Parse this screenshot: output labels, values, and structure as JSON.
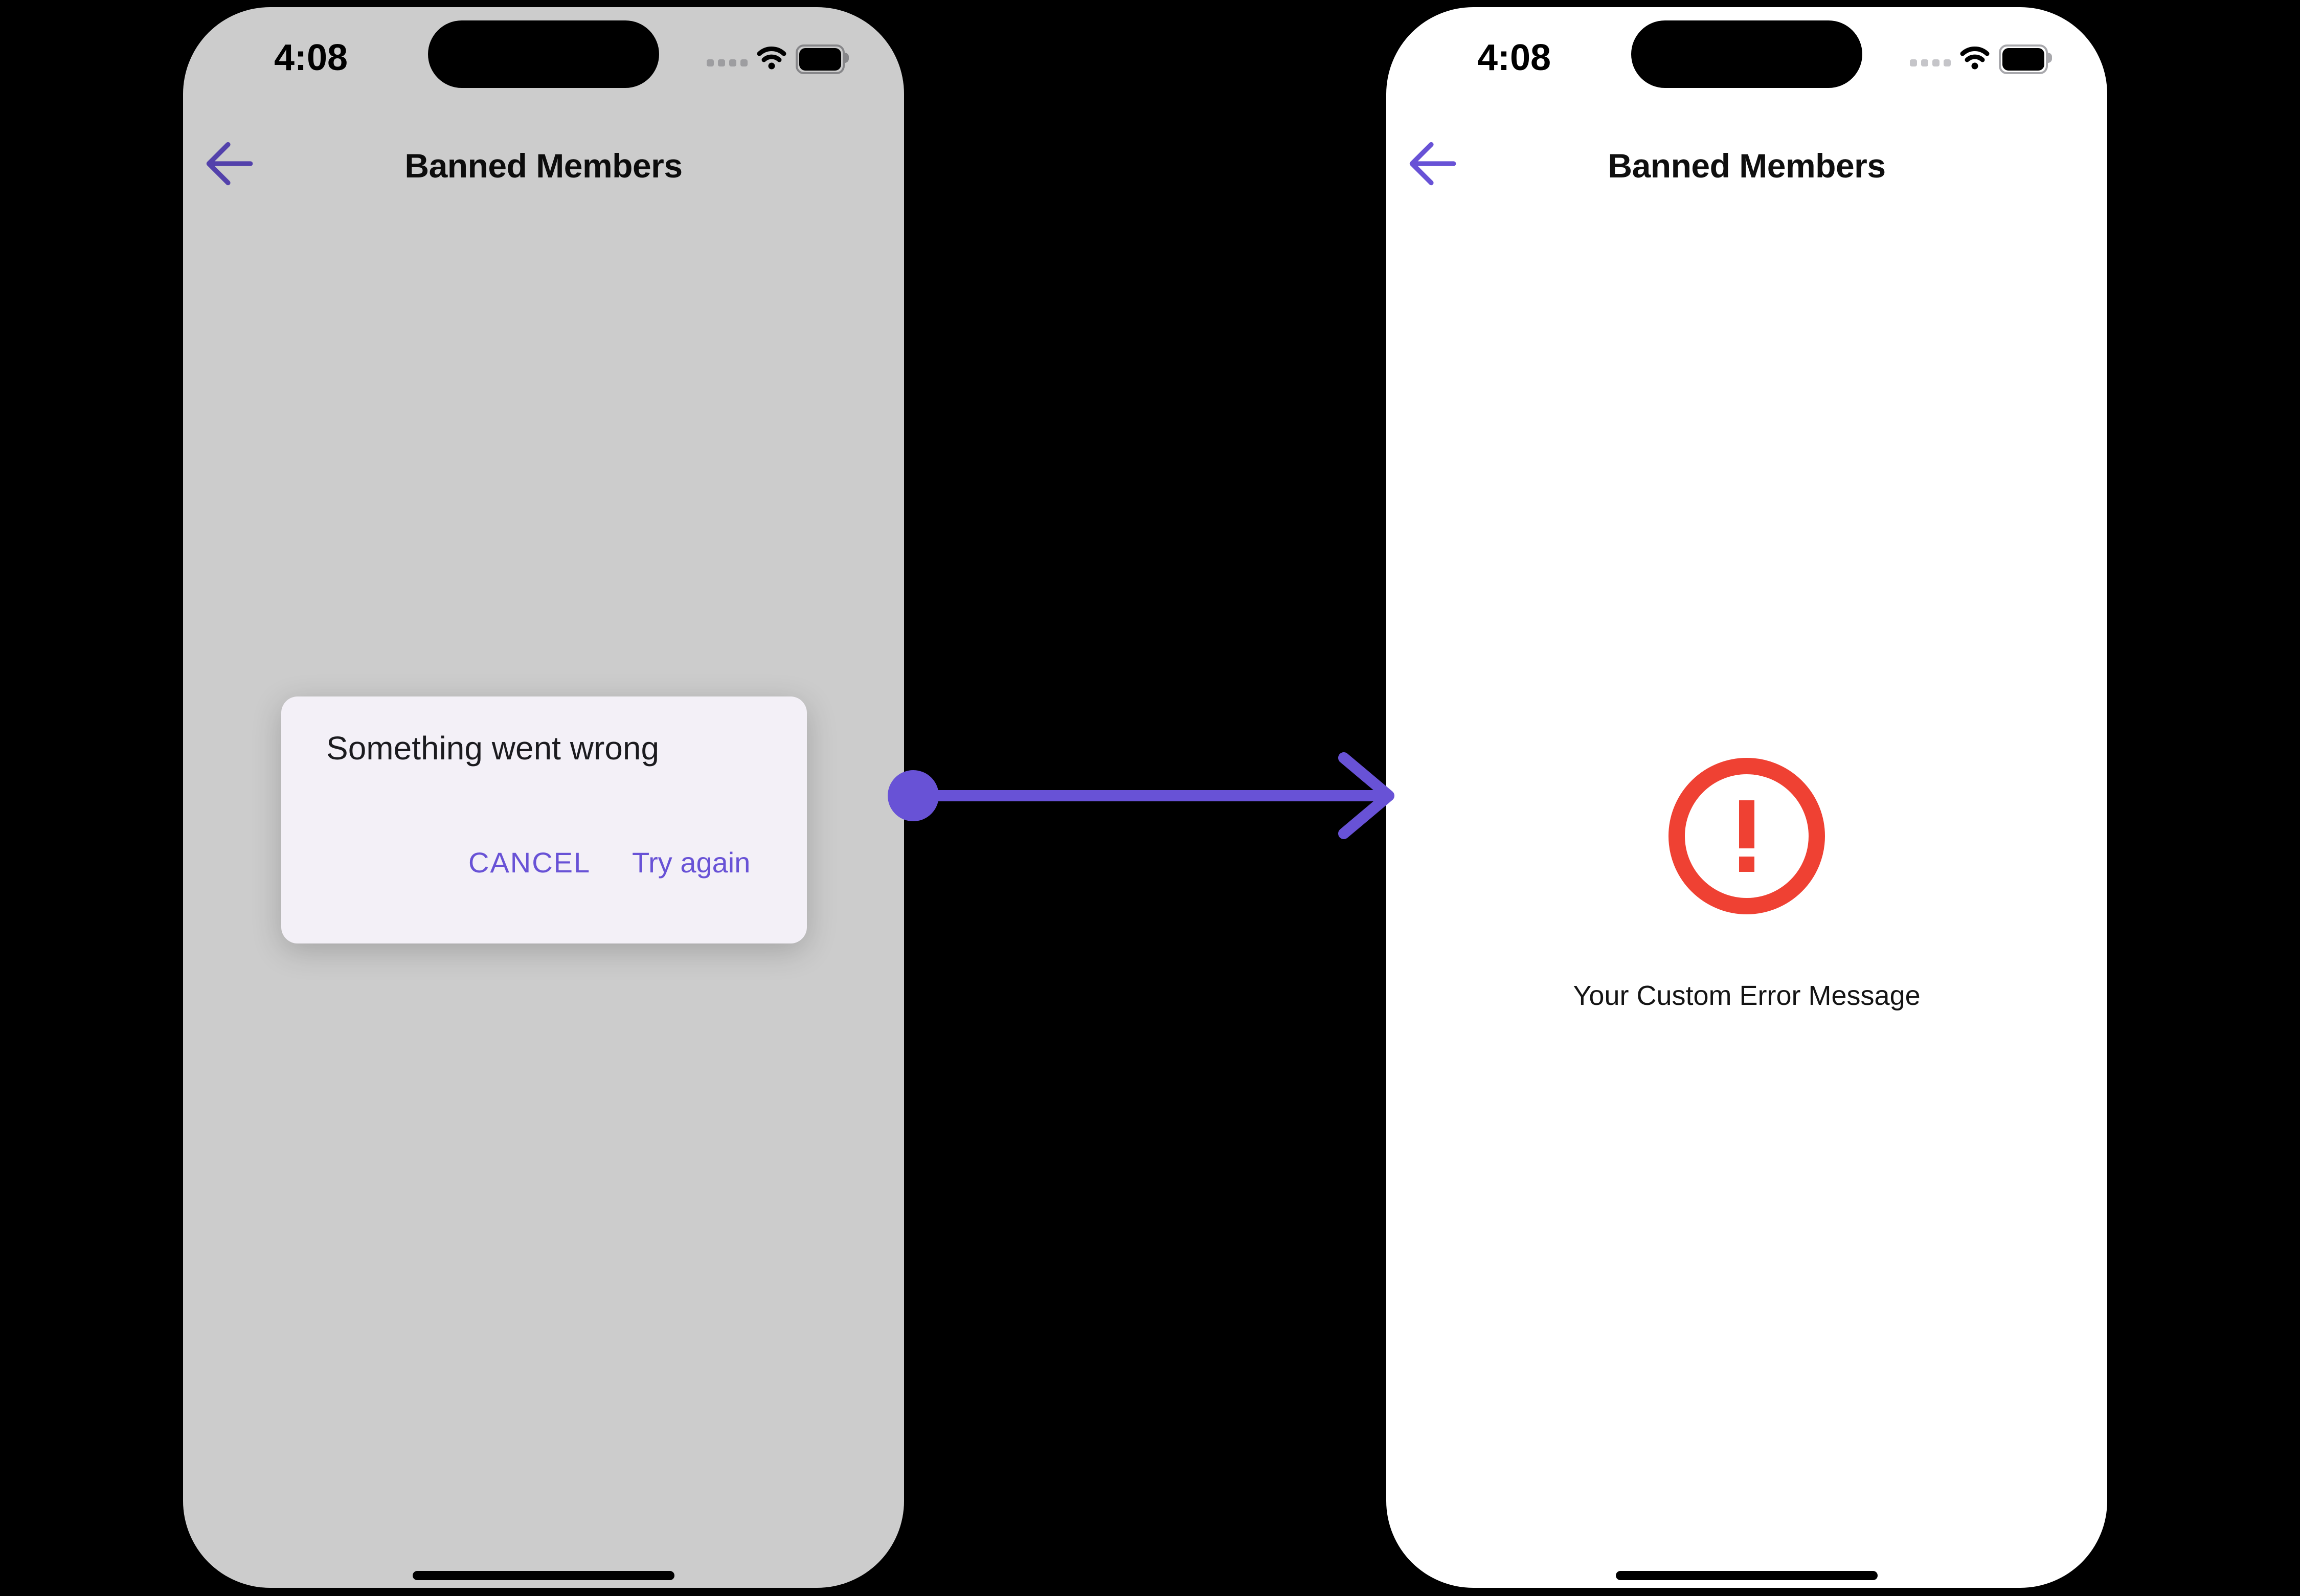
{
  "colors": {
    "canvas_background": "#000000",
    "accent_purple": "#6852D6",
    "error_red": "#EF4133",
    "dialog_surface": "#F3F0F7",
    "screen_background": "#FFFFFF",
    "scrim": "rgba(0,0,0,0.20)"
  },
  "icons": {
    "back": "arrow-left-icon",
    "cellular": "cellular-signal-dots-icon",
    "wifi": "wifi-icon",
    "battery": "battery-icon",
    "dynamic_island": "dynamic-island",
    "error_badge": "exclamation-circle-icon",
    "flow": "flow-arrow-right-icon",
    "home": "home-indicator"
  },
  "left_phone": {
    "status_bar": {
      "time": "4:08"
    },
    "header": {
      "title": "Banned Members"
    },
    "dialog": {
      "title": "Something went wrong",
      "cancel_label": "CANCEL",
      "try_again_label": "Try again"
    }
  },
  "right_phone": {
    "status_bar": {
      "time": "4:08"
    },
    "header": {
      "title": "Banned Members"
    },
    "error_state": {
      "message": "Your Custom Error Message"
    }
  }
}
